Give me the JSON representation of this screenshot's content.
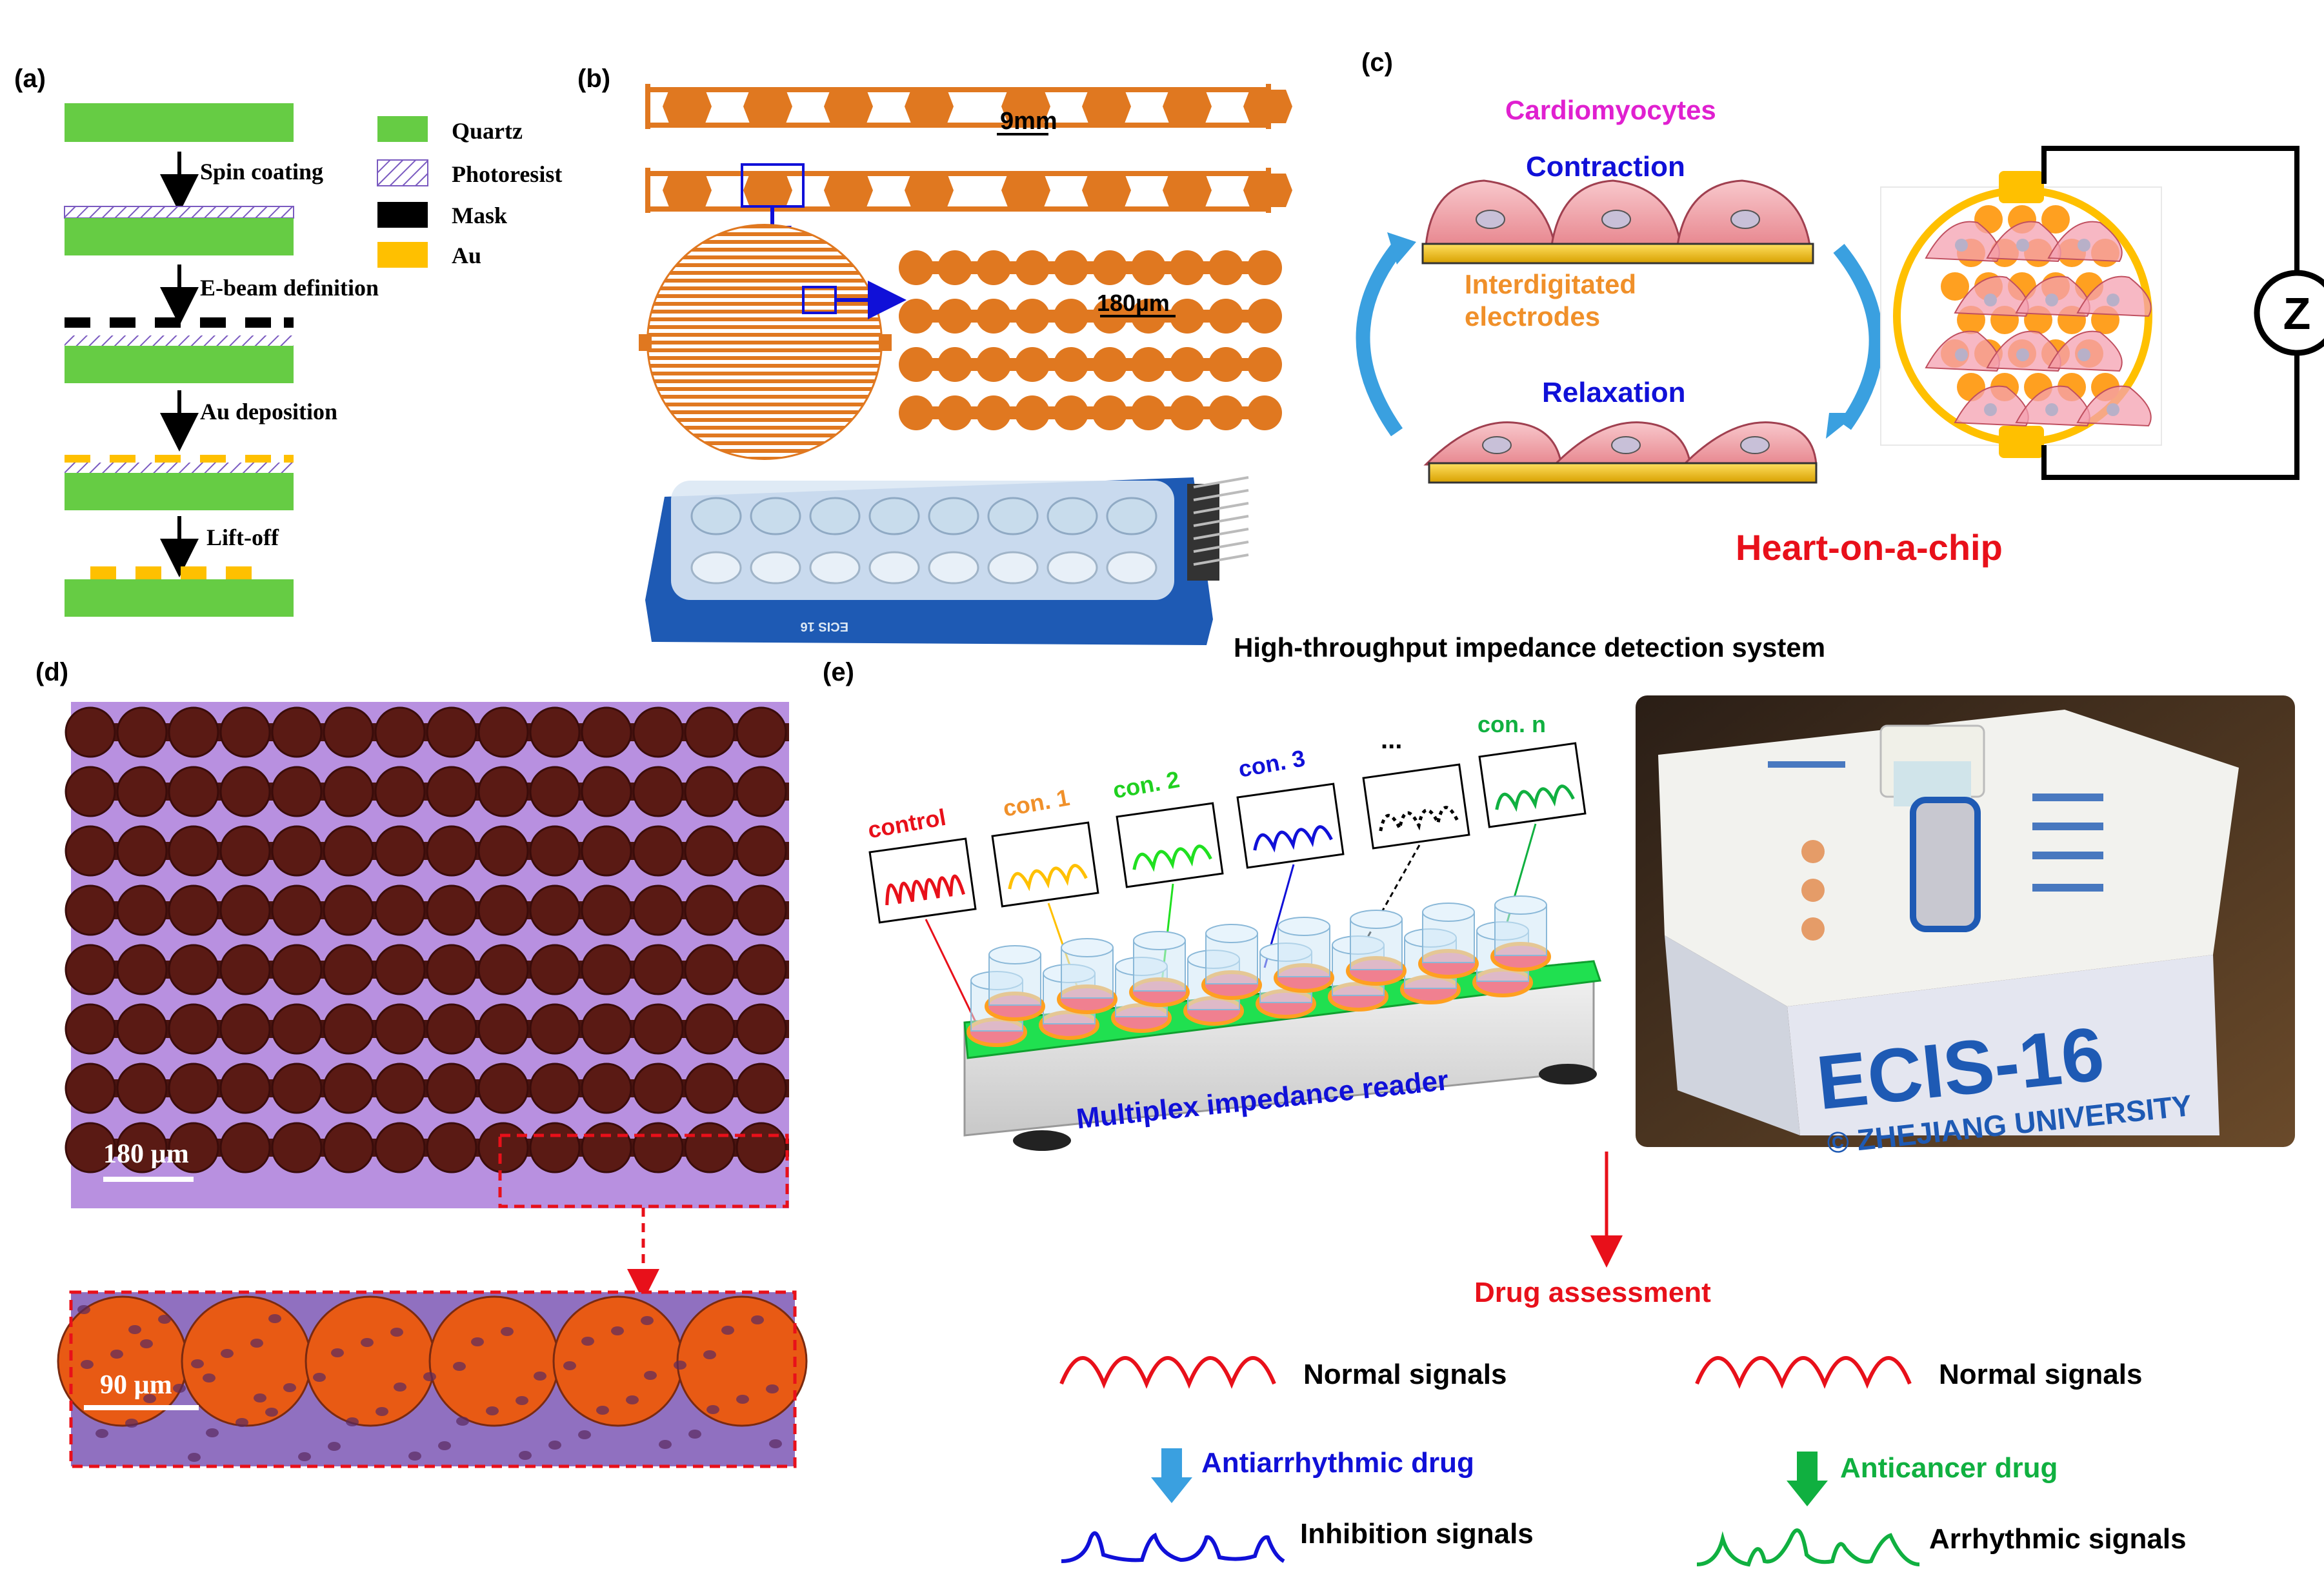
{
  "panels": {
    "a": "(a)",
    "b": "(b)",
    "c": "(c)",
    "d": "(d)",
    "e": "(e)"
  },
  "panel_a": {
    "steps": [
      "Spin coating",
      "E-beam definition",
      "Au deposition",
      "Lift-off"
    ],
    "legend": [
      "Quartz",
      "Photoresist",
      "Mask",
      "Au"
    ]
  },
  "panel_b": {
    "scale_top": "9mm",
    "scale_detail": "180µm",
    "board_text": "ECIS 16"
  },
  "panel_c": {
    "cells": "Cardiomyocytes",
    "contraction": "Contraction",
    "electrodes_1": "Interdigitated",
    "electrodes_2": "electrodes",
    "relaxation": "Relaxation",
    "impedance_symbol": "Z",
    "title": "Heart-on-a-chip"
  },
  "panel_d": {
    "scale_main": "180 µm",
    "scale_zoom": "90 µm"
  },
  "panel_e": {
    "system_title": "High-throughput impedance detection system",
    "conditions": [
      "control",
      "con. 1",
      "con. 2",
      "con. 3",
      "...",
      "con. n"
    ],
    "reader_label": "Multiplex impedance reader",
    "device_name": "ECIS-16",
    "device_org": "© ZHEJIANG UNIVERSITY",
    "assessment": "Drug assessment",
    "left": {
      "normal": "Normal signals",
      "drug": "Antiarrhythmic drug",
      "result": "Inhibition signals"
    },
    "right": {
      "normal": "Normal signals",
      "drug": "Anticancer drug",
      "result": "Arrhythmic signals"
    }
  },
  "colors": {
    "quartz": "#66cc44",
    "gold": "#ffc000",
    "electrode": "#e07820",
    "red": "#e8101a",
    "blue": "#1010d8",
    "green": "#10b040",
    "magenta": "#e020d0",
    "orange": "#f0902a",
    "cell": "#f0a0a8"
  }
}
